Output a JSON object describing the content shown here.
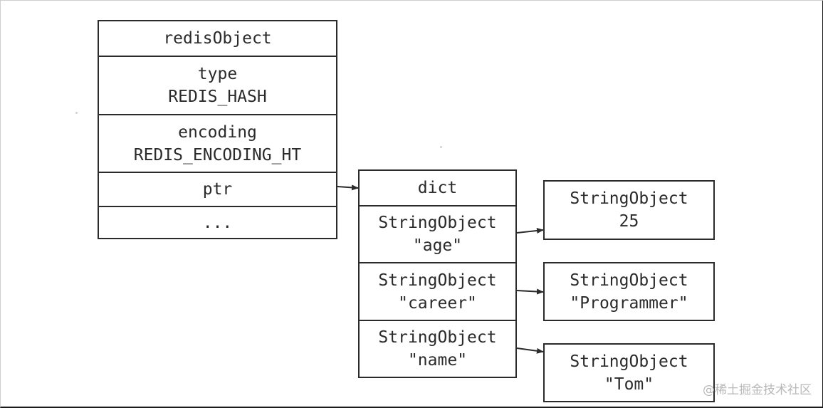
{
  "redis_object": {
    "title": "redisObject",
    "type_label": "type",
    "type_value": "REDIS_HASH",
    "encoding_label": "encoding",
    "encoding_value": "REDIS_ENCODING_HT",
    "ptr_label": "ptr",
    "more_label": "..."
  },
  "dict": {
    "title": "dict",
    "entries": [
      {
        "key_type": "StringObject",
        "key_value": "\"age\""
      },
      {
        "key_type": "StringObject",
        "key_value": "\"career\""
      },
      {
        "key_type": "StringObject",
        "key_value": "\"name\""
      }
    ]
  },
  "values": [
    {
      "type": "StringObject",
      "value": "25"
    },
    {
      "type": "StringObject",
      "value": "\"Programmer\""
    },
    {
      "type": "StringObject",
      "value": "\"Tom\""
    }
  ],
  "watermark": "@稀土掘金技术社区"
}
